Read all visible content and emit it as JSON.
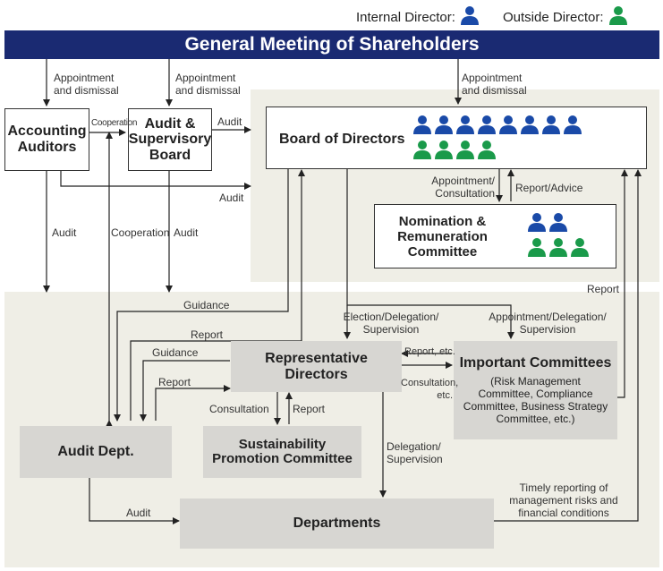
{
  "legend": {
    "internal_label": "Internal Director:",
    "outside_label": "Outside Director:",
    "internal_color": "#1a4aa8",
    "outside_color": "#1a9a4a"
  },
  "header": {
    "title": "General Meeting of Shareholders"
  },
  "boxes": {
    "accounting_auditors": "Accounting Auditors",
    "audit_supervisory_board": "Audit & Supervisory Board",
    "board_of_directors": "Board of Directors",
    "nomination_committee": "Nomination & Remuneration Committee",
    "representative_directors": "Representative Directors",
    "important_committees_title": "Important Committees",
    "important_committees_detail": "(Risk Management Committee, Compliance Committee, Business Strategy Committee, etc.)",
    "sustainability_committee": "Sustainability Promotion Committee",
    "audit_dept": "Audit Dept.",
    "departments": "Departments"
  },
  "board_members": {
    "internal": 8,
    "outside": 4
  },
  "committee_members": {
    "internal": 2,
    "outside": 3
  },
  "labels": {
    "appointment_dismissal": "Appointment and dismissal",
    "audit": "Audit",
    "cooperation": "Cooperation",
    "appointment_consultation": "Appointment/ Consultation",
    "report_advice": "Report/Advice",
    "report": "Report",
    "guidance": "Guidance",
    "election_delegation_supervision": "Election/Delegation/ Supervision",
    "appointment_delegation_supervision": "Appointment/Delegation/ Supervision",
    "report_etc": "Report, etc.",
    "consultation_etc": "Consultation, etc.",
    "consultation": "Consultation",
    "delegation_supervision": "Delegation/ Supervision",
    "timely_reporting": "Timely reporting of management risks and financial conditions"
  }
}
